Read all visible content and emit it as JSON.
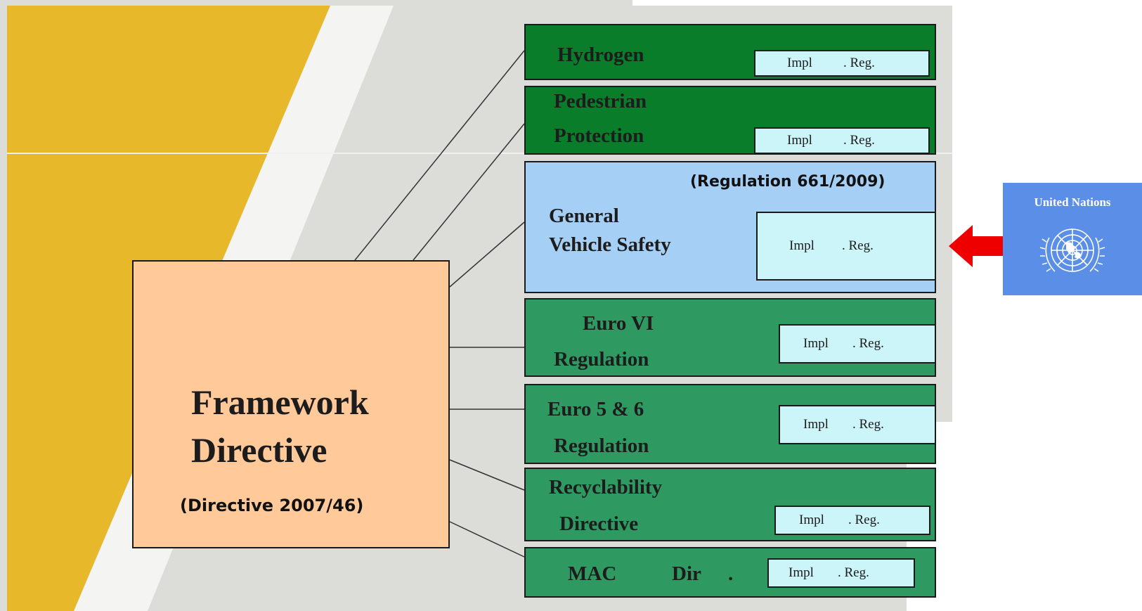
{
  "framework": {
    "title_line1": "Framework",
    "title_line2": "Directive",
    "subtitle": "(Directive 2007/46)"
  },
  "regulation_note": "(Regulation 661/2009)",
  "impl_label_1": "Impl",
  "impl_label_2": ". Reg.",
  "boxes": {
    "hydrogen": {
      "label": "Hydrogen"
    },
    "pedestrian": {
      "line1": "Pedestrian",
      "line2": "Protection"
    },
    "general": {
      "line1": "General",
      "line2": "Vehicle Safety"
    },
    "euro6": {
      "line1": "Euro VI",
      "line2": "Regulation"
    },
    "euro56": {
      "line1": "Euro 5 & 6",
      "line2": "Regulation"
    },
    "recyclability": {
      "line1": "Recyclability",
      "line2": "Directive"
    },
    "mac": {
      "label1": "MAC",
      "label2": "Dir",
      "label3": "."
    }
  },
  "un": {
    "title": "United Nations"
  },
  "colors": {
    "framework_fill": "#ffc99a",
    "dark_green": "#0a7d2b",
    "green": "#2e9a62",
    "light_blue": "#a6cff5",
    "impl_fill": "#ccf5fa",
    "arrow": "#ee0000",
    "un_blue": "#5b8ee6",
    "gold_band": "#e6b82a"
  }
}
